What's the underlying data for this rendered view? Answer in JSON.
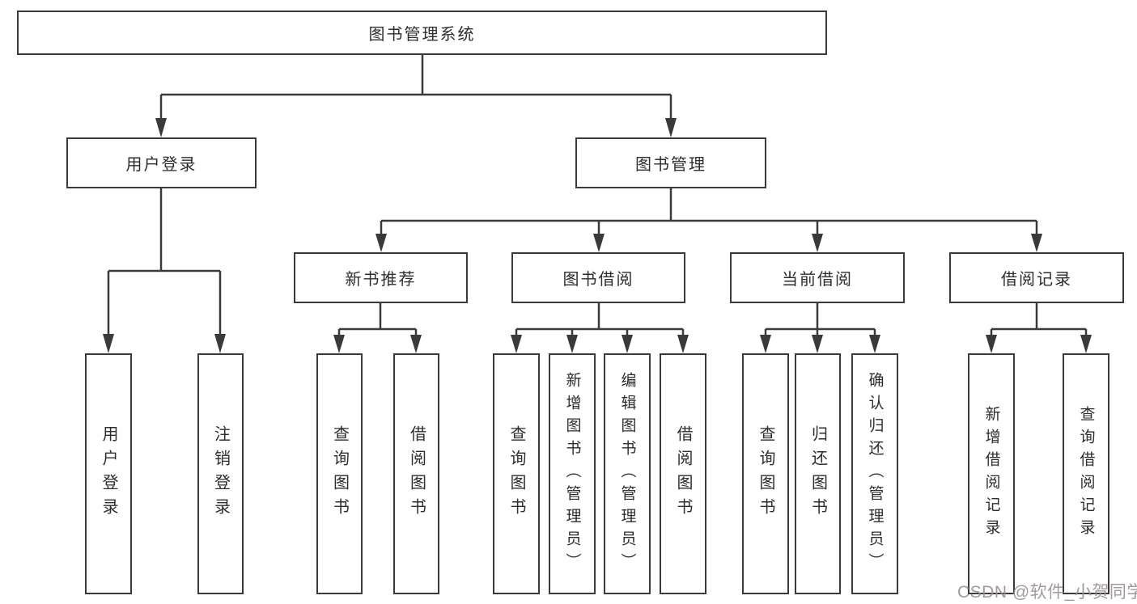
{
  "diagram": {
    "type": "tree-structure-chart",
    "colors": {
      "line": "#3a3a3a",
      "box_border": "#3a3a3a",
      "text": "#2d2d2d",
      "background": "#ffffff",
      "watermark": "#9b8e8e"
    },
    "watermark": "CSDN @软件_小贺同学",
    "nodes": {
      "root": {
        "label": "图书管理系统"
      },
      "user_login": {
        "label": "用户登录"
      },
      "book_mgmt": {
        "label": "图书管理"
      },
      "new_book_rec": {
        "label": "新书推荐"
      },
      "book_borrow": {
        "label": "图书借阅"
      },
      "current_borrow": {
        "label": "当前借阅"
      },
      "borrow_records": {
        "label": "借阅记录"
      },
      "leaf_user_login": {
        "label": "用户登录"
      },
      "leaf_logout": {
        "label": "注销登录"
      },
      "leaf_query_book_1": {
        "label": "查询图书"
      },
      "leaf_borrow_book_1": {
        "label": "借阅图书"
      },
      "leaf_query_book_2": {
        "label": "查询图书"
      },
      "leaf_add_book": {
        "label": "新增图书（管理员）"
      },
      "leaf_edit_book": {
        "label": "编辑图书（管理员）"
      },
      "leaf_borrow_book_2": {
        "label": "借阅图书"
      },
      "leaf_query_book_3": {
        "label": "查询图书"
      },
      "leaf_return_book": {
        "label": "归还图书"
      },
      "leaf_confirm_return": {
        "label": "确认归还（管理员）"
      },
      "leaf_add_record": {
        "label": "新增借阅记录"
      },
      "leaf_query_record": {
        "label": "查询借阅记录"
      }
    },
    "hierarchy": {
      "图书管理系统": {
        "用户登录": [
          "用户登录",
          "注销登录"
        ],
        "图书管理": {
          "新书推荐": [
            "查询图书",
            "借阅图书"
          ],
          "图书借阅": [
            "查询图书",
            "新增图书（管理员）",
            "编辑图书（管理员）",
            "借阅图书"
          ],
          "当前借阅": [
            "查询图书",
            "归还图书",
            "确认归还（管理员）"
          ],
          "借阅记录": [
            "新增借阅记录",
            "查询借阅记录"
          ]
        }
      }
    }
  }
}
